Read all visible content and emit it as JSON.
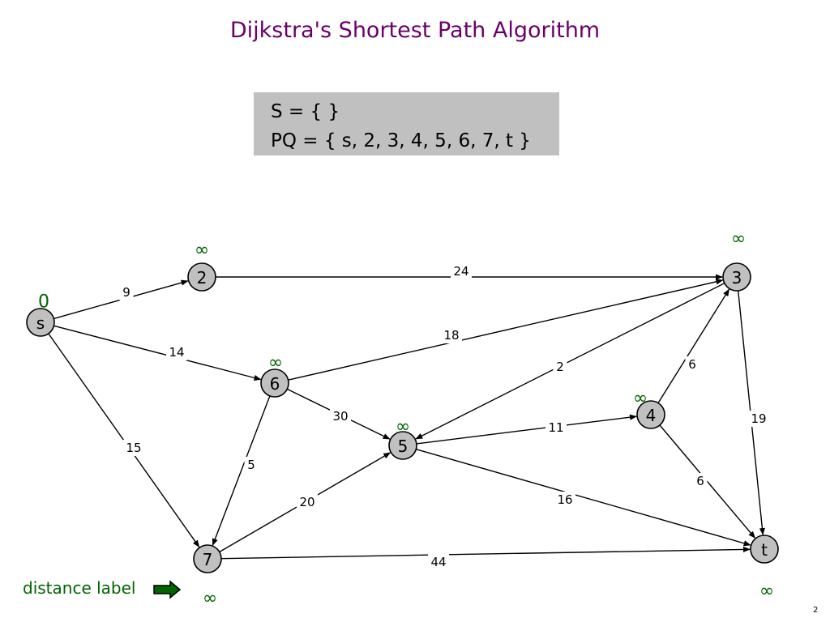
{
  "title": "Dijkstra's Shortest Path Algorithm",
  "state": {
    "s_line": "S = {  }",
    "pq_line": "PQ = { s, 2, 3, 4, 5, 6, 7, t }"
  },
  "nodes": [
    {
      "id": "s",
      "label": "s",
      "dist": "0"
    },
    {
      "id": "2",
      "label": "2",
      "dist": "∞"
    },
    {
      "id": "3",
      "label": "3",
      "dist": "∞"
    },
    {
      "id": "4",
      "label": "4",
      "dist": "∞"
    },
    {
      "id": "5",
      "label": "5",
      "dist": "∞"
    },
    {
      "id": "6",
      "label": "6",
      "dist": "∞"
    },
    {
      "id": "7",
      "label": "7",
      "dist": "∞"
    },
    {
      "id": "t",
      "label": "t",
      "dist": "∞"
    }
  ],
  "edges": [
    {
      "from": "s",
      "to": "2",
      "weight": "9"
    },
    {
      "from": "s",
      "to": "6",
      "weight": "14"
    },
    {
      "from": "s",
      "to": "7",
      "weight": "15"
    },
    {
      "from": "2",
      "to": "3",
      "weight": "24"
    },
    {
      "from": "6",
      "to": "3",
      "weight": "18"
    },
    {
      "from": "6",
      "to": "5",
      "weight": "30"
    },
    {
      "from": "6",
      "to": "7",
      "weight": "5"
    },
    {
      "from": "3",
      "to": "5",
      "weight": "2"
    },
    {
      "from": "3",
      "to": "t",
      "weight": "19"
    },
    {
      "from": "4",
      "to": "3",
      "weight": "6"
    },
    {
      "from": "4",
      "to": "t",
      "weight": "6"
    },
    {
      "from": "5",
      "to": "4",
      "weight": "11"
    },
    {
      "from": "5",
      "to": "t",
      "weight": "16"
    },
    {
      "from": "7",
      "to": "5",
      "weight": "20"
    },
    {
      "from": "7",
      "to": "t",
      "weight": "44"
    }
  ],
  "legend": {
    "label": "distance label",
    "icon": "right-arrow-icon",
    "color": "#006400"
  },
  "slide_number": "2",
  "colors": {
    "title": "#6b006b",
    "distance": "#006400",
    "node_fill": "#c0c0c0",
    "box_fill": "#c0c0c0"
  }
}
